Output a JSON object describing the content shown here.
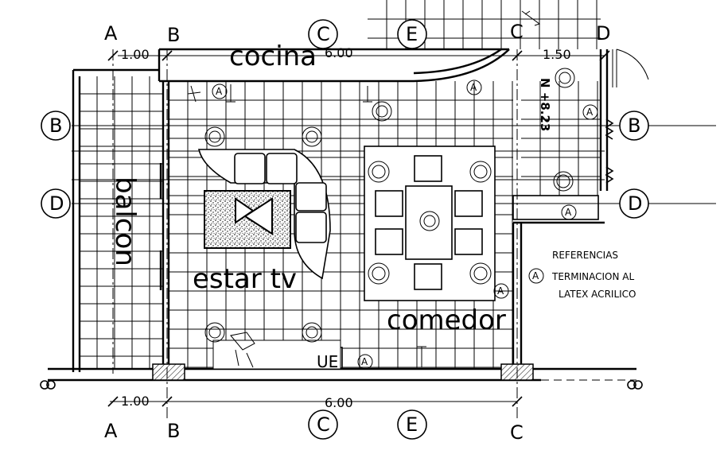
{
  "rooms": {
    "cocina": "cocina",
    "estar_tv": "estar tv",
    "comedor": "comedor",
    "balcon": "balcon"
  },
  "fixtures": {
    "ue": "UE"
  },
  "axes": {
    "A": "A",
    "B": "B",
    "C": "C",
    "D": "D",
    "E": "E"
  },
  "dimensions": {
    "top_a_b": "1.00",
    "top_b_c": "6.00",
    "top_c_d": "1.50",
    "bottom_a_b": "1.00",
    "bottom_b_c": "6.00"
  },
  "level": {
    "marker": "N +8.23"
  },
  "legend": {
    "title": "REFERENCIAS",
    "symbol": "A",
    "item_line1": "TERMINACION AL",
    "item_line2": "LATEX ACRILICO"
  },
  "finish_tags": {
    "symbol": "A"
  }
}
